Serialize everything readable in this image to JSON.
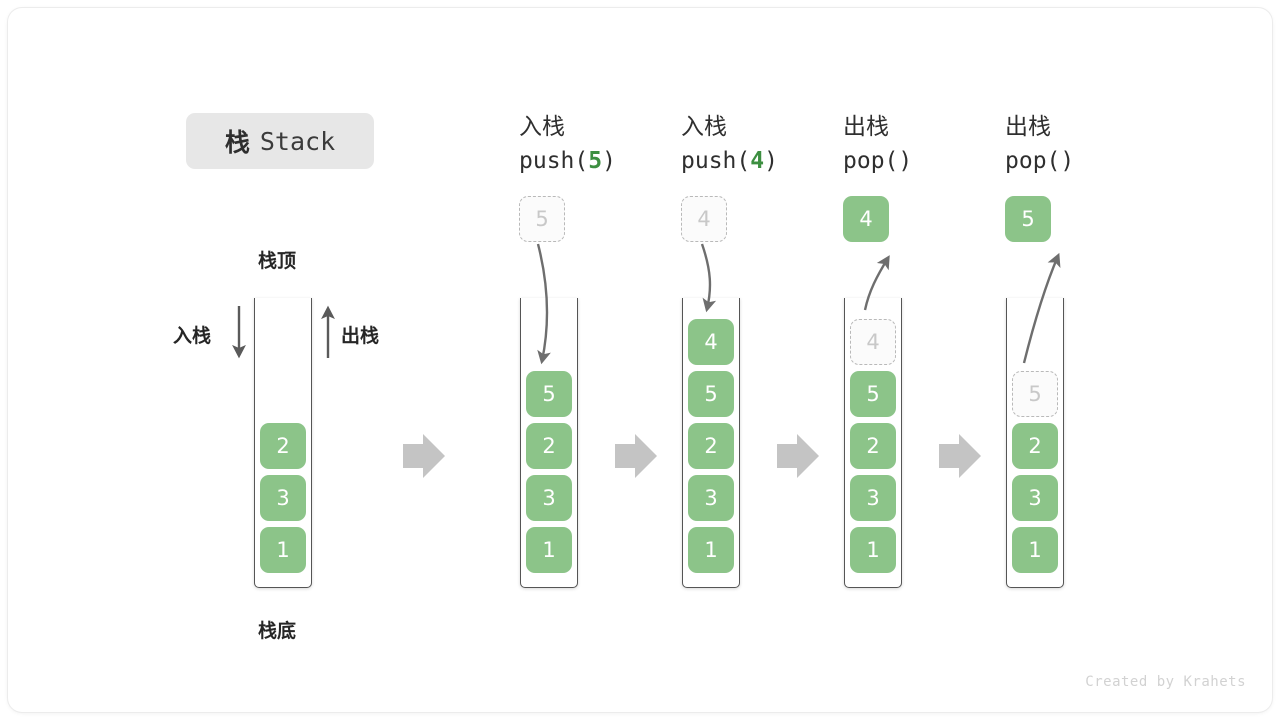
{
  "title": {
    "cn": "栈",
    "en": "Stack"
  },
  "labels": {
    "top": "栈顶",
    "bottom": "栈底",
    "push": "入栈",
    "pop": "出栈"
  },
  "footer": "Created by Krahets",
  "colors": {
    "element_green": "#8cc489",
    "accent_green": "#3d8f41",
    "ghost_border": "#b9b9b9",
    "ghost_text": "#c8c8c8",
    "arrow_gray": "#6e6e6e",
    "step_arrow_gray": "#c4c4c4",
    "container_border": "#555555",
    "chip_bg": "#e7e7e7",
    "text": "#2f2f2f",
    "footer_text": "#d2d2d2"
  },
  "columns": [
    {
      "id": "initial",
      "heading_cn": "",
      "heading_code": "",
      "stack": [
        {
          "value": "2",
          "state": "solid"
        },
        {
          "value": "3",
          "state": "solid"
        },
        {
          "value": "1",
          "state": "solid"
        }
      ],
      "floating": null
    },
    {
      "id": "push-5",
      "heading_cn": "入栈",
      "heading_code": "push(5)",
      "code_op": "push",
      "code_arg": "5",
      "stack": [
        {
          "value": "5",
          "state": "solid"
        },
        {
          "value": "2",
          "state": "solid"
        },
        {
          "value": "3",
          "state": "solid"
        },
        {
          "value": "1",
          "state": "solid"
        }
      ],
      "floating": {
        "value": "5",
        "state": "ghost"
      }
    },
    {
      "id": "push-4",
      "heading_cn": "入栈",
      "heading_code": "push(4)",
      "code_op": "push",
      "code_arg": "4",
      "stack": [
        {
          "value": "4",
          "state": "solid"
        },
        {
          "value": "5",
          "state": "solid"
        },
        {
          "value": "2",
          "state": "solid"
        },
        {
          "value": "3",
          "state": "solid"
        },
        {
          "value": "1",
          "state": "solid"
        }
      ],
      "floating": {
        "value": "4",
        "state": "ghost"
      }
    },
    {
      "id": "pop-1",
      "heading_cn": "出栈",
      "heading_code": "pop()",
      "code_op": "pop",
      "code_arg": "",
      "stack": [
        {
          "value": "4",
          "state": "ghost"
        },
        {
          "value": "5",
          "state": "solid"
        },
        {
          "value": "2",
          "state": "solid"
        },
        {
          "value": "3",
          "state": "solid"
        },
        {
          "value": "1",
          "state": "solid"
        }
      ],
      "floating": {
        "value": "4",
        "state": "solid"
      }
    },
    {
      "id": "pop-2",
      "heading_cn": "出栈",
      "heading_code": "pop()",
      "code_op": "pop",
      "code_arg": "",
      "stack": [
        {
          "value": "5",
          "state": "ghost"
        },
        {
          "value": "2",
          "state": "solid"
        },
        {
          "value": "3",
          "state": "solid"
        },
        {
          "value": "1",
          "state": "solid"
        }
      ],
      "floating": {
        "value": "5",
        "state": "solid"
      }
    }
  ],
  "cells": {
    "c0_0": "2",
    "c0_1": "3",
    "c0_2": "1",
    "c1_ghost": "5",
    "c1_0": "5",
    "c1_1": "2",
    "c1_2": "3",
    "c1_3": "1",
    "c2_ghost": "4",
    "c2_0": "4",
    "c2_1": "5",
    "c2_2": "2",
    "c2_3": "3",
    "c2_4": "1",
    "c3_pop": "4",
    "c3_0": "4",
    "c3_1": "5",
    "c3_2": "2",
    "c3_3": "3",
    "c3_4": "1",
    "c4_pop": "5",
    "c4_0": "5",
    "c4_1": "2",
    "c4_2": "3",
    "c4_3": "1"
  },
  "headings": {
    "h1_cn": "入栈",
    "h1_op": "push(",
    "h1_arg": "5",
    "h1_close": ")",
    "h2_cn": "入栈",
    "h2_op": "push(",
    "h2_arg": "4",
    "h2_close": ")",
    "h3_cn": "出栈",
    "h3_code": "pop()",
    "h4_cn": "出栈",
    "h4_code": "pop()"
  }
}
